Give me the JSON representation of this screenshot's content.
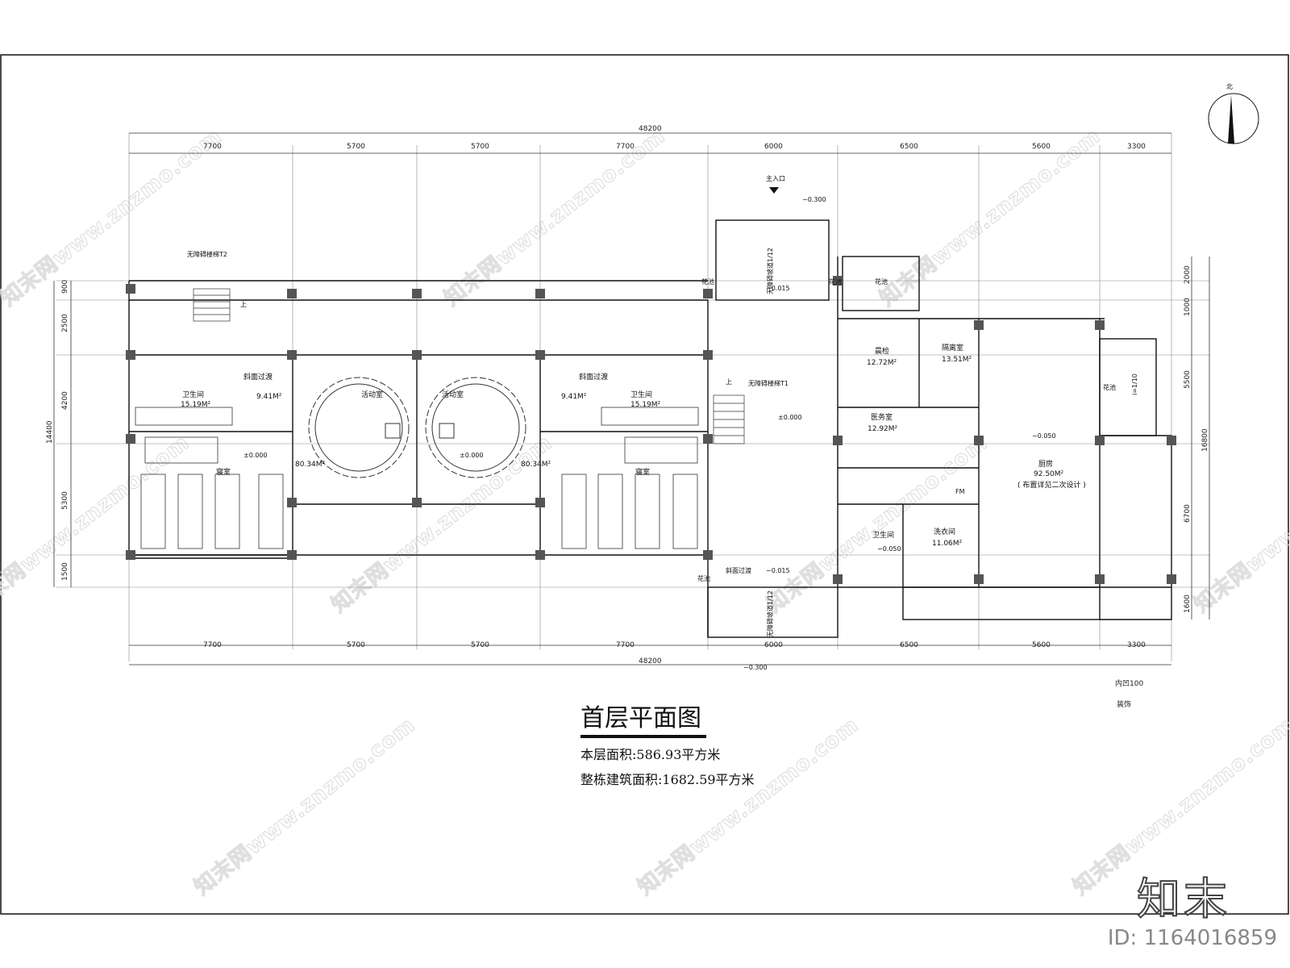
{
  "drawing": {
    "title": "首层平面图",
    "floor_area_label": "本层面积:586.93平方米",
    "building_area_label": "整栋建筑面积:1682.59平方米",
    "north_label": "北",
    "entrance_label": "主入口",
    "recess_note_1": "内凹100",
    "recess_note_2": "装饰"
  },
  "dimensions": {
    "total_width": "48200",
    "top_segments": [
      "7700",
      "5700",
      "5700",
      "7700",
      "6000",
      "6500",
      "5600",
      "3300"
    ],
    "bottom_segments": [
      "7700",
      "5700",
      "5700",
      "7700",
      "6000",
      "6500",
      "5600",
      "3300"
    ],
    "left_segments": [
      "900",
      "2500",
      "4200",
      "5300",
      "1500"
    ],
    "left_total": "14400",
    "right_segments": [
      "2000",
      "1000",
      "5500",
      "6700",
      "1600"
    ],
    "right_total": "16800"
  },
  "levels": {
    "entry_top": "−0.300",
    "entry_bottom": "−0.300",
    "porch_top": "−0.015",
    "porch_bottom": "−0.015",
    "hall": "±0.000",
    "west_dorm": "±0.000",
    "center_activity": "±0.000",
    "kitchen": "−0.050",
    "toilet_east": "−0.050"
  },
  "rooms": {
    "toilet_w_name": "卫生间",
    "toilet_w_area": "15.19M²",
    "buffer_w_name": "斜面过渡",
    "buffer_w_area": "9.41M²",
    "activity_w_name": "活动室",
    "activity_w_area": "80.34M²",
    "activity_e_name": "活动室",
    "activity_e_area": "80.34M²",
    "buffer_e_name": "斜面过渡",
    "buffer_e_area": "9.41M²",
    "toilet_e_name": "卫生间",
    "toilet_e_area": "15.19M²",
    "dorm_w_name": "寝室",
    "dorm_e_name": "寝室",
    "check_name": "晨检",
    "check_area": "12.72M²",
    "isolation_name": "隔离室",
    "isolation_area": "13.51M²",
    "medical_name": "医务室",
    "medical_area": "12.92M²",
    "kitchen_name": "厨房",
    "kitchen_area": "92.50M²",
    "kitchen_note": "( 布置详见二次设计 )",
    "laundry_name": "洗衣间",
    "laundry_area": "11.06M²",
    "toilet_s_name": "卫生间",
    "flower_1": "花池",
    "flower_2": "花池",
    "flower_3": "花池",
    "flower_4": "花池",
    "flower_5": "花池",
    "stair_t2": "无障碍楼梯T2",
    "stair_t1": "无障碍楼梯T1",
    "ramp_top": "无障碍坡道1/12",
    "ramp_bottom": "无障碍坡道1/12",
    "ramp_east": "i=1/10",
    "slope_bottom": "斜面过渡",
    "up_1": "上",
    "up_2": "上",
    "fm": "FM"
  },
  "watermark": {
    "text": "知末网www.znzmo.com",
    "logo": "知末",
    "id": "ID: 1164016859"
  }
}
